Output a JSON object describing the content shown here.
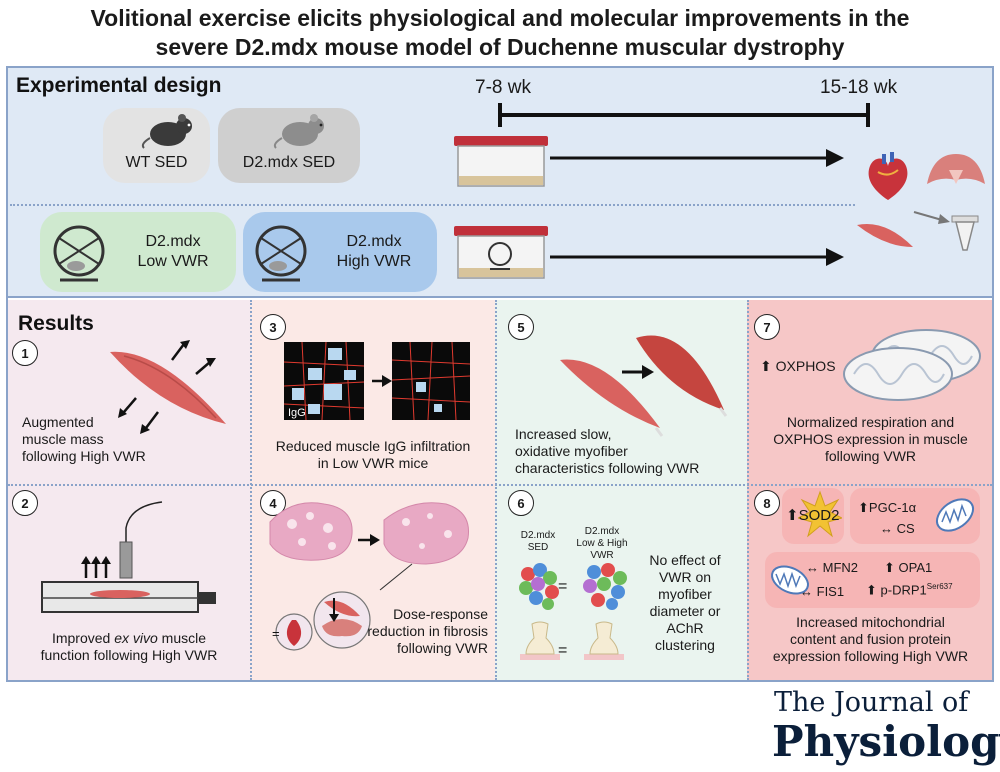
{
  "title_line1": "Volitional exercise elicits physiological and molecular improvements in the",
  "title_line2": "severe D2.mdx mouse model of Duchenne muscular dystrophy",
  "design": {
    "heading": "Experimental design",
    "time_start": "7-8 wk",
    "time_end": "15-18 wk",
    "groups": {
      "wt_sed": "WT SED",
      "d2_sed": "D2.mdx SED",
      "low_line1": "D2.mdx",
      "low_line2": "Low VWR",
      "high_line1": "D2.mdx",
      "high_line2": "High VWR"
    }
  },
  "results": {
    "heading": "Results",
    "p1": {
      "num": "1",
      "line1": "Augmented",
      "line2": "muscle mass",
      "line3": "following High VWR"
    },
    "p2": {
      "num": "2",
      "line1_pre": "Improved ",
      "line1_em": "ex vivo",
      "line1_post": " muscle",
      "line2": "function following High VWR"
    },
    "p3": {
      "num": "3",
      "igg": "IgG",
      "line1": "Reduced muscle IgG infiltration",
      "line2": "in Low VWR mice"
    },
    "p4": {
      "num": "4",
      "eq": "=",
      "line1": "Dose-response",
      "line2": "reduction in fibrosis",
      "line3": "following VWR"
    },
    "p5": {
      "num": "5",
      "line1": "Increased slow,",
      "line2": "oxidative myofiber",
      "line3": "characteristics following VWR"
    },
    "p6": {
      "num": "6",
      "sed_l1": "D2.mdx",
      "sed_l2": "SED",
      "vwr_l1": "D2.mdx",
      "vwr_l2": "Low & High",
      "vwr_l3": "VWR",
      "eq": "=",
      "line1": "No effect of",
      "line2": "VWR on",
      "line3": "myofiber",
      "line4": "diameter or",
      "line5": "AChR",
      "line6": "clustering"
    },
    "p7": {
      "num": "7",
      "oxphos": "OXPHOS",
      "line1": "Normalized respiration and",
      "line2": "OXPHOS expression in muscle",
      "line3": "following VWR"
    },
    "p8": {
      "num": "8",
      "sod2": "SOD2",
      "pgc": "PGC-1α",
      "cs": "CS",
      "mfn2": "MFN2",
      "opa1": "OPA1",
      "fis1": "FIS1",
      "drp1": "p-DRP1",
      "drp1_sup": "Ser637",
      "line1": "Increased mitochondrial",
      "line2": "content and fusion protein",
      "line3": "expression following High VWR"
    }
  },
  "journal": {
    "line1": "The Journal of",
    "line2": "Physiology"
  },
  "colors": {
    "design_bg": "#dfe9f5",
    "border": "#8aa3c9",
    "panel1_bg": "#f5e9ef",
    "panel3_bg": "#fbe9e6",
    "panel5_bg": "#eaf4ef",
    "panel7_bg": "#f6c7c7",
    "low_vwr": "#cfe9cf",
    "high_vwr": "#a9c9ec",
    "sed": "#d9d9d9",
    "muscle": "#d9625f"
  }
}
